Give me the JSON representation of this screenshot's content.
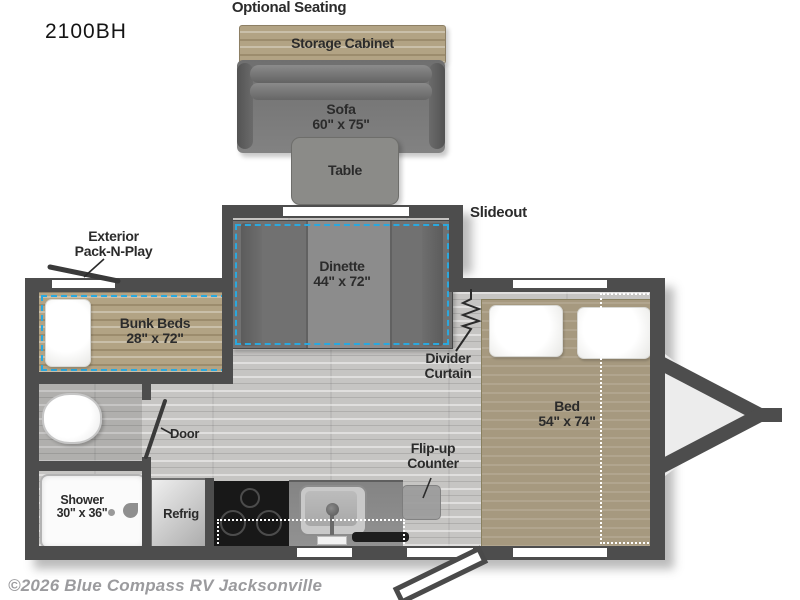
{
  "model": {
    "name": "2100BH"
  },
  "dealer": {
    "copyright": "©2026 Blue Compass RV Jacksonville"
  },
  "colors": {
    "wall": "#4d4d4d",
    "floor": "#c6c5c3",
    "wood_tan": "#b2a384",
    "accent_dashed": "#2aa8de",
    "label_text": "#2b2b2b"
  },
  "optional_seating": {
    "section_label": "Optional Seating",
    "storage_cabinet": "Storage Cabinet",
    "sofa_name": "Sofa",
    "sofa_dims": "60\" x 75\"",
    "table": "Table"
  },
  "slideout": {
    "label": "Slideout",
    "dinette_name": "Dinette",
    "dinette_dims": "44\" x 72\""
  },
  "bunk_area": {
    "exterior_line1": "Exterior",
    "exterior_line2": "Pack-N-Play",
    "bunk_name": "Bunk Beds",
    "bunk_dims": "28\" x 72\""
  },
  "bedroom": {
    "divider_line1": "Divider",
    "divider_line2": "Curtain",
    "bed_name": "Bed",
    "bed_dims": "54\" x 74\""
  },
  "bathroom": {
    "door": "Door",
    "shower_name": "Shower",
    "shower_dims": "30\" x 36\""
  },
  "kitchen": {
    "refrig": "Refrig",
    "flipup_line1": "Flip-up",
    "flipup_line2": "Counter"
  }
}
